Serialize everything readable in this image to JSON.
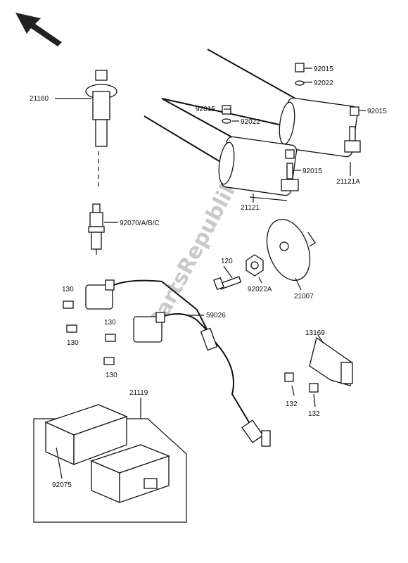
{
  "watermark": "PartsRepublik",
  "labels": {
    "p21160": "21160",
    "p92015_a": "92015",
    "p92022_a": "92022",
    "p92015_b": "92015",
    "p92022_b": "92022",
    "p92015_c": "92015",
    "p92015_d": "92015",
    "p21121a": "21121A",
    "p21121": "21121",
    "p92070": "92070/A/B/C",
    "p120": "120",
    "p92022a": "92022A",
    "p21007": "21007",
    "p130_a": "130",
    "p130_b": "130",
    "p130_c": "130",
    "p130_d": "130",
    "p59026": "59026",
    "p13169": "13169",
    "p132_a": "132",
    "p132_b": "132",
    "p21119": "21119",
    "p92075": "92075"
  },
  "icons": {
    "direction_arrow": "arrow-up-left-icon"
  }
}
